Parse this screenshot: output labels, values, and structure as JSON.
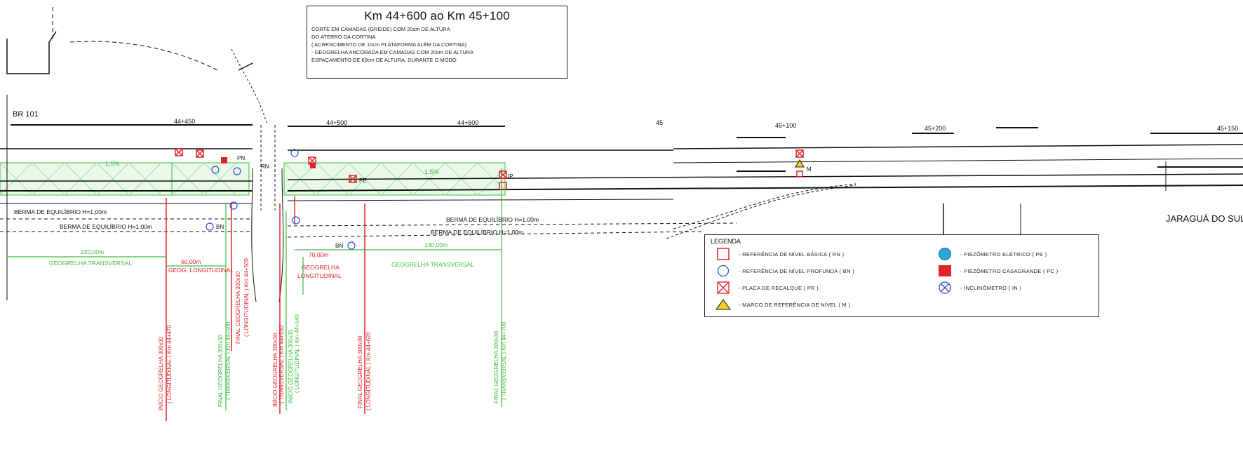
{
  "header_box": {
    "title": "Km 44+600 ao Km 45+100",
    "lines": [
      "CORTE EM CAMADAS (GREIDE) COM 20cm DE ALTURA",
      "DO ATERRO DA CORTINA",
      "( ACRESCIMENTO DE 10cm PLATAFORMA ALÉM DA CORTINA)",
      "- GEOGRELHA ANCORADA EM CAMADAS COM 20cm DE ALTURA",
      "ESPAÇAMENTO DE 60cm DE ALTURA, DURANTE O MODO"
    ]
  },
  "road": {
    "label": "BR 101",
    "stations": [
      "44+450",
      "44+500",
      "44+600",
      "45",
      "45+100",
      "45+200",
      "45+150"
    ],
    "berm_left": "BERMA DE EQUILÍBRIO H=1,00m",
    "berm_left_2": "BERMA DE EQUILÍBRIO H=1,00m",
    "berm_mid": "BERMA DE EQUILÍBRIO H=1,00m",
    "berm_mid_2": "BERMA DE EQUILÍBRIO H=1,00m",
    "place": "JARAGUÁ DO SUL",
    "slope_a": "1,5%",
    "slope_b": "1,5%"
  },
  "markers": {
    "pn": "PN",
    "bn": "BN",
    "rn": "RN",
    "pe": "PE",
    "ip": "IP",
    "m": "M"
  },
  "dimensions": {
    "d1": "220,00m",
    "d2": "60,00m",
    "d3": "70,00m",
    "d4": "140,00m",
    "geo_trans_left": "GEOGRELHA TRANSVERSAL",
    "geo_long_left": "GEOG. LONGITUDINAL",
    "geo_long_mid": "GEOGRELHA",
    "geo_long_mid_2": "LONGITUDINAL",
    "geo_trans_right": "GEOGRELHA TRANSVERSAL"
  },
  "vertical_labels": [
    "INÍCIO GEOGRELHA 300x30",
    "( LONGITUDINAL ) Km 44+470",
    "FINAL GEOGRELHA 300x30",
    "( TRANSVERSAL ) Km 44+500",
    "FINAL GEOGRELHA 300x30",
    "( LONGITUDINAL ) Km 44+500",
    "INÍCIO GEOGRELHA 300x30",
    "( TRANSVERSAL ) Km 44+560",
    "INÍCIO GEOGRELHA 300x30",
    "( LONGITUDINAL ) Km 44+540",
    "FINAL GEOGRELHA 300x30",
    "( LONGITUDINAL ) Km 44+620",
    "FINAL GEOGRELHA 300x30",
    "( TRANSVERSAL ) Km 44+700"
  ],
  "legend": {
    "title": "LEGENDA",
    "items": [
      {
        "symbol": "square-outline",
        "text": "- REFERÊNCIA DE NÍVEL BÁSICA ( RN )"
      },
      {
        "symbol": "circle-outline",
        "text": "- REFERÊNCIA DE NÍVEL PROFUNDA ( BN )"
      },
      {
        "symbol": "cross-box",
        "text": "- PLACA DE RECALQUE ( PR )"
      },
      {
        "symbol": "triangle",
        "text": "- MARCO DE REFERÊNCIA DE NÍVEL ( M )"
      },
      {
        "symbol": "circle-filled",
        "text": "- PIEZÔMETRO ELÉTRICO ( PE )"
      },
      {
        "symbol": "square-filled",
        "text": "- PIEZÔMETRO CASAGRANDE ( PC )"
      },
      {
        "symbol": "cross-circle",
        "text": "- INCLINÔMETRO ( IN )"
      }
    ]
  },
  "colors": {
    "red": "#e0242a",
    "green": "#3cbc3c",
    "blue": "#2a55c8",
    "black": "#111111",
    "yellow": "#f2d21a",
    "cyan": "#2fa6d8"
  }
}
